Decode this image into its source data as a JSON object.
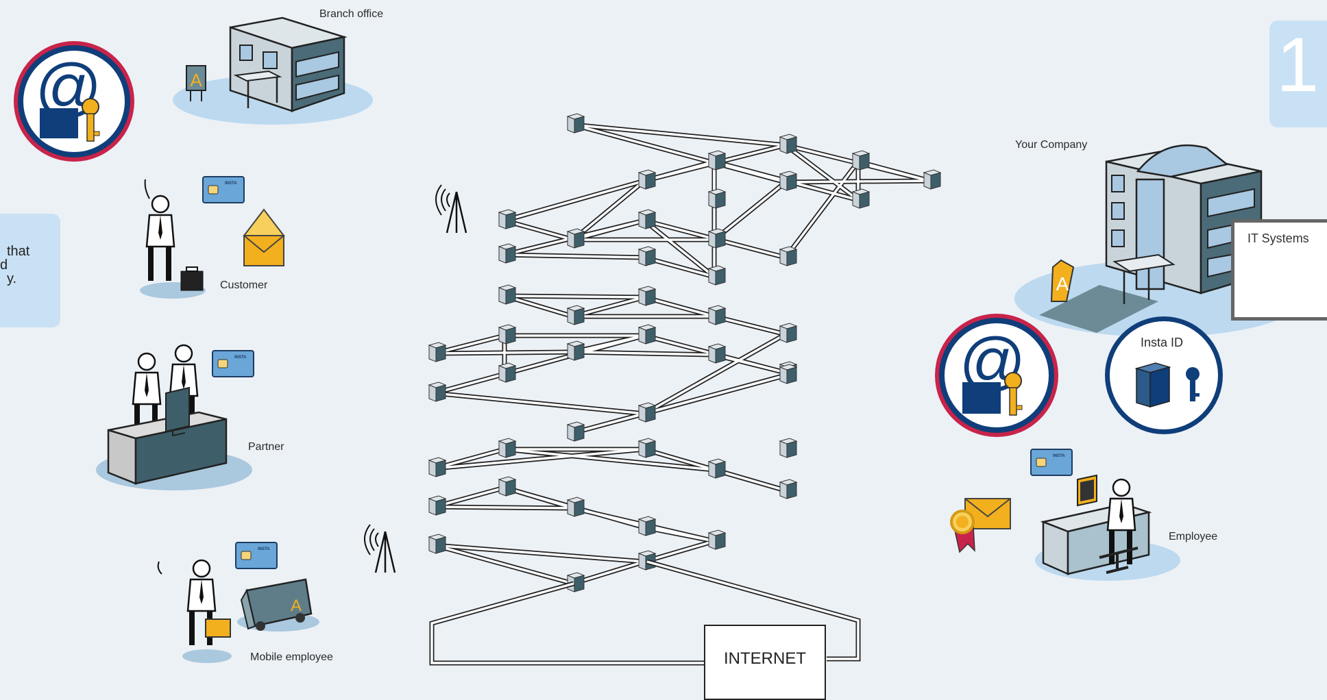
{
  "labels": {
    "branch_office": "Branch office",
    "customer": "Customer",
    "partner": "Partner",
    "mobile_employee": "Mobile employee",
    "your_company": "Your Company",
    "it_systems": "IT Systems",
    "insta_id": "Insta ID",
    "employee": "Employee",
    "internet": "INTERNET",
    "step_number": "1"
  },
  "info_text": {
    "line1": "that",
    "line2": "d",
    "line3": "y."
  },
  "card_brand": "INSTA",
  "colors": {
    "background": "#ecf1f6",
    "light_blue": "#c9e1f4",
    "navy": "#0f3e7a",
    "crimson": "#c8244a",
    "key_yellow": "#f2b01e",
    "node_dark": "#3e5f6a"
  }
}
